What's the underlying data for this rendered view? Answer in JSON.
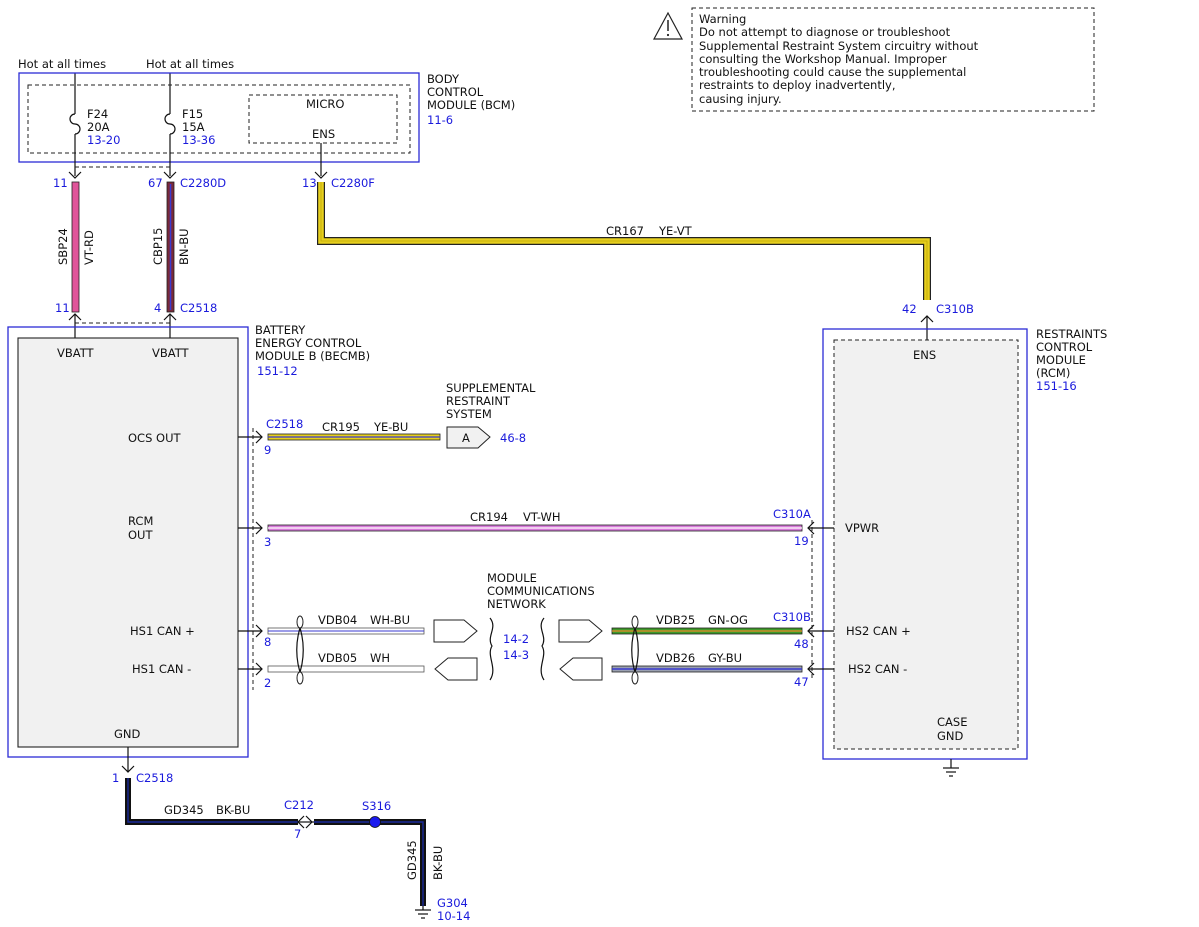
{
  "warning": {
    "title": "Warning",
    "lines": [
      "Do not attempt to diagnose or troubleshoot",
      "Supplemental Restraint System circuitry without",
      "consulting the Workshop Manual. Improper",
      "troubleshooting could cause the supplemental",
      "restraints to deploy inadvertently,",
      "causing injury."
    ]
  },
  "power": {
    "hot1": "Hot at all times",
    "hot2": "Hot at all times"
  },
  "bcm": {
    "name_lines": [
      "BODY",
      "CONTROL",
      "MODULE (BCM)"
    ],
    "ref": "11-6",
    "fuse1": {
      "id": "F24",
      "rating": "20A",
      "ref": "13-20"
    },
    "fuse2": {
      "id": "F15",
      "rating": "15A",
      "ref": "13-36"
    },
    "micro": "MICRO",
    "ens": "ENS",
    "pin11": "11",
    "pin67": "67",
    "conn_d": "C2280D",
    "pin13": "13",
    "conn_f": "C2280F"
  },
  "wires": {
    "sbp24": {
      "circuit": "SBP24",
      "color": "VT-RD"
    },
    "cbp15": {
      "circuit": "CBP15",
      "color": "BN-BU"
    },
    "cr167": {
      "circuit": "CR167",
      "color": "YE-VT"
    },
    "cr195": {
      "circuit": "CR195",
      "color": "YE-BU"
    },
    "cr194": {
      "circuit": "CR194",
      "color": "VT-WH"
    },
    "vdb04": {
      "circuit": "VDB04",
      "color": "WH-BU"
    },
    "vdb05": {
      "circuit": "VDB05",
      "color": "WH"
    },
    "vdb25": {
      "circuit": "VDB25",
      "color": "GN-OG"
    },
    "vdb26": {
      "circuit": "VDB26",
      "color": "GY-BU"
    },
    "gd345a": {
      "circuit": "GD345",
      "color": "BK-BU"
    },
    "gd345b": {
      "circuit": "GD345",
      "color": "BK-BU"
    }
  },
  "becmb": {
    "name_lines": [
      "BATTERY",
      "ENERGY CONTROL",
      "MODULE B (BECMB)"
    ],
    "ref": "151-12",
    "vbatt1": "VBATT",
    "vbatt2": "VBATT",
    "ocs_out": "OCS OUT",
    "rcm_out_lines": [
      "RCM",
      "OUT"
    ],
    "hs1_can_p": "HS1 CAN +",
    "hs1_can_m": "HS1 CAN -",
    "gnd": "GND",
    "pin_top1": "11",
    "pin_top2": "4",
    "conn_top": "C2518",
    "conn_ocs": "C2518",
    "pin_ocs": "9",
    "pin_rcm": "3",
    "pin_canp": "8",
    "pin_canm": "2",
    "pin_gnd": "1",
    "conn_gnd": "C2518"
  },
  "srs": {
    "name_lines": [
      "SUPPLEMENTAL",
      "RESTRAINT",
      "SYSTEM"
    ],
    "connector": "A",
    "ref": "46-8"
  },
  "network": {
    "name_lines": [
      "MODULE",
      "COMMUNICATIONS",
      "NETWORK"
    ],
    "ref1": "14-2",
    "ref2": "14-3"
  },
  "rcm": {
    "name_lines": [
      "RESTRAINTS",
      "CONTROL",
      "MODULE",
      "(RCM)"
    ],
    "ref": "151-16",
    "ens": "ENS",
    "vpwr": "VPWR",
    "hs2_can_p": "HS2 CAN +",
    "hs2_can_m": "HS2 CAN -",
    "case_gnd_lines": [
      "CASE",
      "GND"
    ],
    "pin42": "42",
    "conn_b": "C310B",
    "conn_a": "C310A",
    "pin19": "19",
    "conn_b2": "C310B",
    "pin48": "48",
    "pin47": "47"
  },
  "ground": {
    "c212": "C212",
    "pin7": "7",
    "s316": "S316",
    "g304": "G304",
    "g304_ref": "10-14"
  },
  "colors": {
    "module_outline": "#2b2bd6",
    "reference_text": "#1a1adc",
    "vt_rd": "#e0559a",
    "bn_bu": "#7a2a3a",
    "ye": "#e6cf1e",
    "vt_wh": "#d77ad9",
    "gn_og": "#3f9a2a",
    "gy_bu": "#6f76b8",
    "bk_bu": "#101a7a",
    "splice": "#1a1aee"
  }
}
